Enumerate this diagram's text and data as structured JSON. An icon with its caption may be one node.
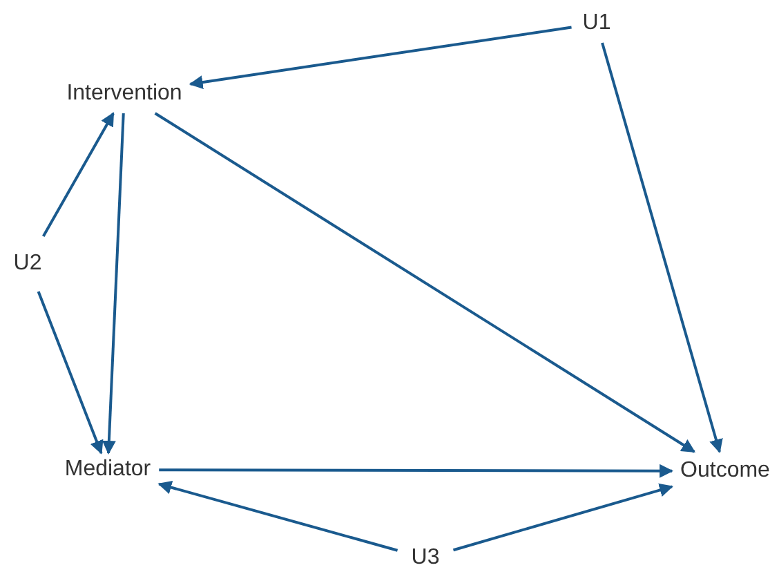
{
  "diagram": {
    "nodes": [
      {
        "text": [
          "U1"
        ]
      },
      {
        "text": [
          "Intervention"
        ]
      },
      {
        "text": [
          "U2"
        ]
      },
      {
        "text": [
          "Mediator"
        ]
      },
      {
        "text": [
          "Outcome"
        ]
      },
      {
        "text": [
          "U3"
        ]
      }
    ],
    "edges": [
      {
        "from": 0,
        "to": 1,
        "arrow": "to"
      },
      {
        "from": 0,
        "to": 4,
        "arrow": "to"
      },
      {
        "from": 1,
        "to": 3,
        "arrow": "to"
      },
      {
        "from": 1,
        "to": 4,
        "arrow": "to"
      },
      {
        "from": 2,
        "to": 1,
        "arrow": "to"
      },
      {
        "from": 2,
        "to": 3,
        "arrow": "to"
      },
      {
        "from": 3,
        "to": 4,
        "arrow": "to"
      },
      {
        "from": 5,
        "to": 3,
        "arrow": "to"
      },
      {
        "from": 5,
        "to": 4,
        "arrow": "to"
      }
    ]
  }
}
